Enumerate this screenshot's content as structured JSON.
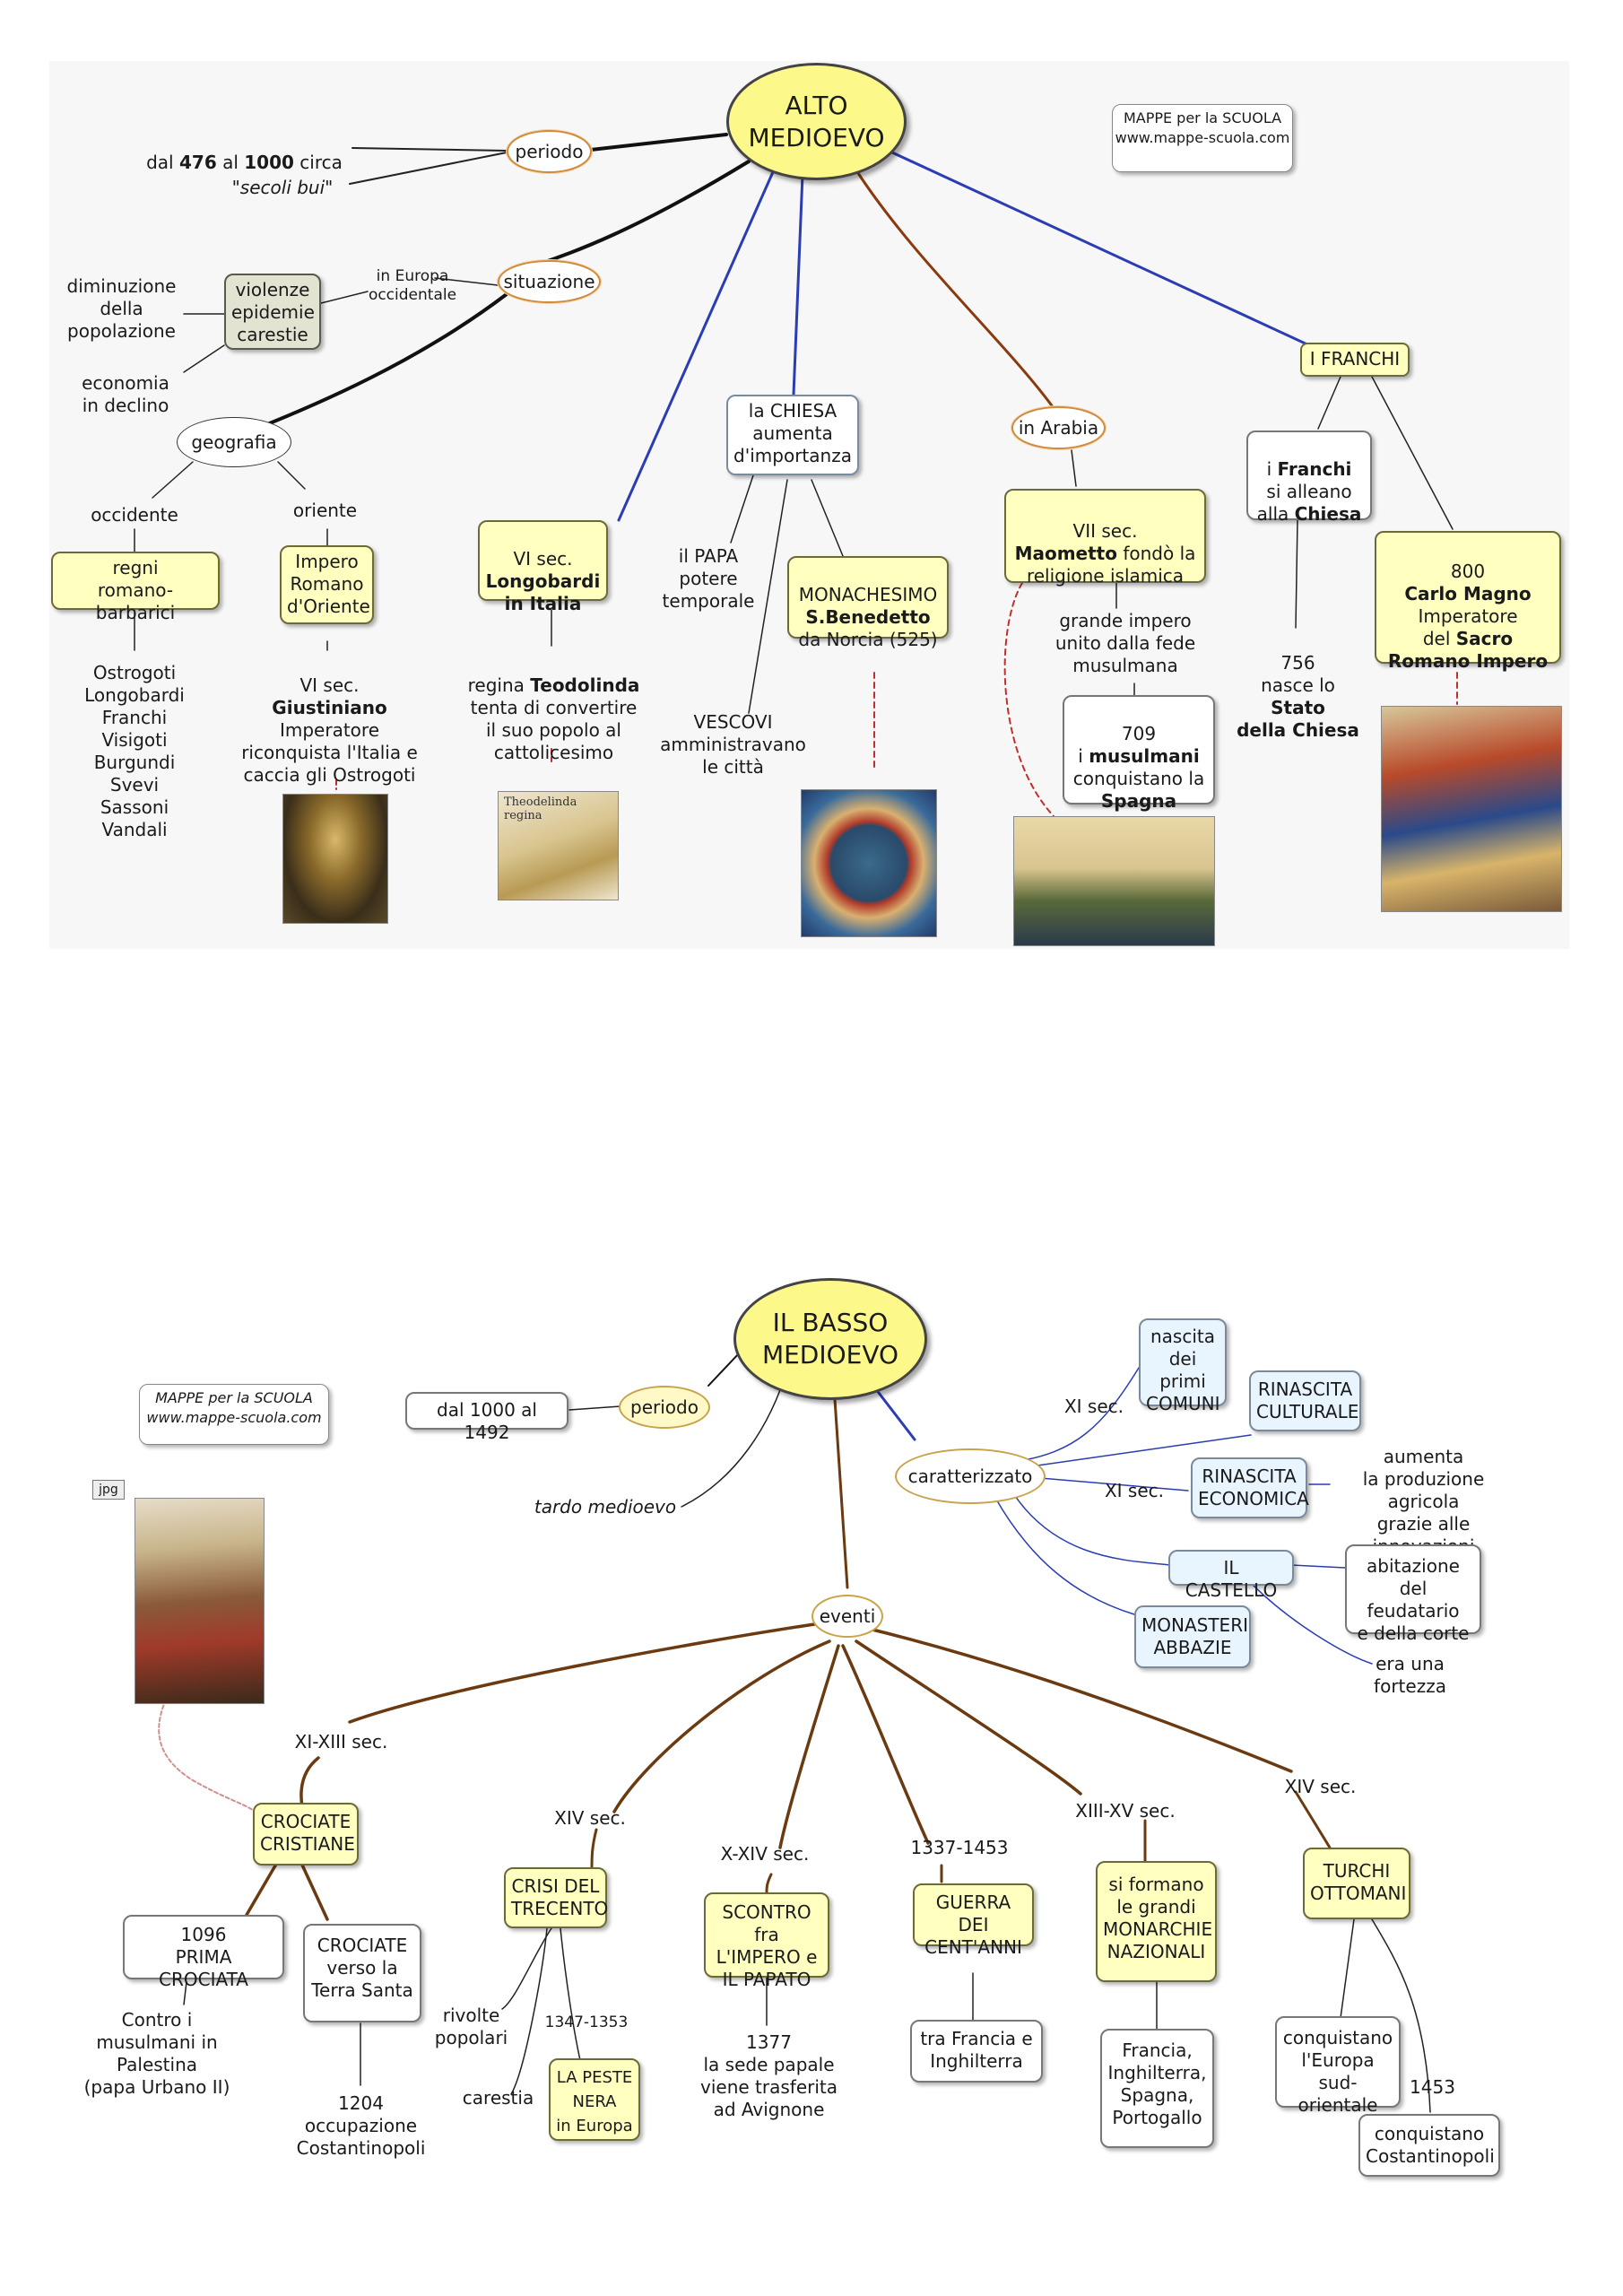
{
  "alto": {
    "title": "ALTO\nMEDIOEVO",
    "watermark": "MAPPE per la SCUOLA\nwww.mappe-scuola.com",
    "periodo": "periodo",
    "dates": {
      "a": "dal ",
      "b": "476",
      "c": " al ",
      "d": "1000",
      "e": " circa"
    },
    "secoli_bui": "\"secoli bui\"",
    "situazione": "situazione",
    "in_europa": "in Europa\noccidentale",
    "violenze": "violenze\nepidemie\ncarestie",
    "diminuzione": "diminuzione\ndella\npopolazione",
    "economia": "economia\nin declino",
    "geografia": "geografia",
    "occidente": "occidente",
    "oriente": "oriente",
    "regni": "regni\nromano-barbarici",
    "popoli": "Ostrogoti\nLongobardi\nFranchi\nVisigoti\nBurgundi\nSvevi\nSassoni\nVandali",
    "impero_romano": "Impero\nRomano\nd'Oriente",
    "giustiniano": {
      "a": "VI sec.",
      "b": "Giustiniano",
      "c": "Imperatore\nriconquista l'Italia e\ncaccia gli Ostrogoti"
    },
    "longobardi": {
      "a": "VI sec.",
      "b": "Longobardi\nin Italia"
    },
    "teodolinda": {
      "a": "regina ",
      "b": "Teodolinda",
      "c": "tenta di convertire\nil suo popolo al\ncattolicesimo"
    },
    "teodolinda_caption": "Theodelinda regina",
    "chiesa": "la CHIESA\naumenta\nd'importanza",
    "papa": "il PAPA\npotere\ntemporale",
    "vescovi": "VESCOVI\namministravano\nle città",
    "monachesimo": {
      "a": "MONACHESIMO",
      "b": "S.Benedetto",
      "c": "da Norcia (525)"
    },
    "in_arabia": "in Arabia",
    "maometto": {
      "a": "VII sec.",
      "b": "Maometto",
      "c": " fondò la\nreligione islamica"
    },
    "grande_impero": "grande impero\nunito dalla fede\nmusulmana",
    "y709": {
      "a": "709",
      "b": "i ",
      "c": "musulmani",
      "d": "conquistano la",
      "e": "Spagna"
    },
    "franchi": "I FRANCHI",
    "alleano": {
      "a": "i ",
      "b": "Franchi",
      "c": "si alleano\nalla ",
      "d": "Chiesa"
    },
    "stato": {
      "a": "756\nnasce lo",
      "b": "Stato\ndella Chiesa"
    },
    "carlo": {
      "a": "800",
      "b": "Carlo Magno",
      "c": "Imperatore\ndel ",
      "d": "Sacro\nRomano Impero"
    }
  },
  "basso": {
    "title": "IL BASSO\nMEDIOEVO",
    "watermark": "MAPPE per la SCUOLA\nwww.mappe-scuola.com",
    "jpg_label": "jpg",
    "periodo": "periodo",
    "dal1000": "dal 1000 al 1492",
    "tardo": "tardo medioevo",
    "caratterizzato": "caratterizzato",
    "xi_sec": "XI sec.",
    "xi_sec2": "XI sec.",
    "comuni": "nascita\ndei primi\nCOMUNI",
    "rinascita_cult": "RINASCITA\nCULTURALE",
    "rinascita_econ": "RINASCITA\nECONOMICA",
    "aumenta": "aumenta\nla produzione agricola\ngrazie alle innovazioni",
    "castello": "IL CASTELLO",
    "abitazione": "abitazione del\nfeudatario\ne della corte",
    "fortezza": "era una\nfortezza",
    "monasteri": "MONASTERI\nABBAZIE",
    "eventi": "eventi",
    "xi_xiii": "XI-XIII sec.",
    "crociate": "CROCIATE\nCRISTIANE",
    "prima_crociata": "1096\nPRIMA CROCIATA",
    "contro": "Contro i\nmusulmani in\nPalestina\n(papa Urbano II)",
    "terra_santa": "CROCIATE\nverso la\nTerra Santa",
    "y1204": "1204\noccupazione\nCostantinopoli",
    "xiv_sec": "XIV sec.",
    "crisi": "CRISI DEL\nTRECENTO",
    "rivolte": "rivolte\npopolari",
    "y1347": "1347-1353",
    "carestia": "carestia",
    "peste": "LA PESTE\nNERA\nin Europa",
    "x_xiv": "X-XIV sec.",
    "scontro": "SCONTRO fra\nL'IMPERO e\nIL PAPATO",
    "y1377": "1377\nla sede papale\nviene trasferita\nad Avignone",
    "y1337": "1337-1453",
    "guerra": "GUERRA DEI\nCENT'ANNI",
    "francia_ingh": "tra Francia e\nInghilterra",
    "xiii_xv": "XIII-XV sec.",
    "monarchie": "si formano\nle grandi\nMONARCHIE\nNAZIONALI",
    "nazioni": "Francia,\nInghilterra,\nSpagna,\nPortogallo",
    "xiv_sec2": "XIV sec.",
    "turchi": "TURCHI\nOTTOMANI",
    "conquistano_eu": "conquistano\nl'Europa\nsud-orientale",
    "y1453": "1453",
    "conquistano_cost": "conquistano\nCostantinopoli"
  }
}
